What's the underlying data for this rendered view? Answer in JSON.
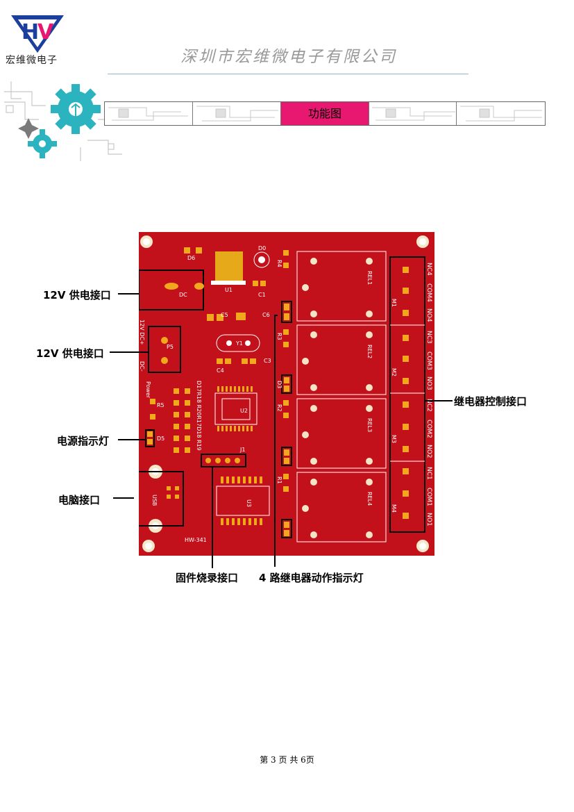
{
  "header": {
    "logo_text": "宏维微电子",
    "company": "深圳市宏维微电子有限公司"
  },
  "banner": {
    "title": "功能图"
  },
  "board": {
    "relays": [
      "REL1",
      "REL2",
      "REL3",
      "REL4"
    ],
    "terminal_labels": [
      "NC4",
      "COM4",
      "NO4",
      "NC3",
      "COM3",
      "NO3",
      "NC2",
      "COM2",
      "NO2",
      "NC1",
      "COM1",
      "NO1"
    ],
    "model": "HW-341",
    "silk": {
      "dc": "DC",
      "power_in": "12V DC+",
      "power_minus": "DC-",
      "power": "Power",
      "usb": "USB",
      "u1": "U1",
      "u2": "U2",
      "u3": "U3",
      "y1": "Y1",
      "j1": "J1",
      "p5": "P5",
      "r4": "R4",
      "r3": "R3",
      "r2": "R2",
      "r1": "R1",
      "r5": "R5",
      "d6": "D6",
      "d5": "D5",
      "d3": "D3",
      "d0": "D0",
      "c1": "C1",
      "c3": "C3",
      "c4": "C4",
      "c5": "C5",
      "c6": "C6",
      "m1": "M1",
      "m2": "M2",
      "m3": "M3",
      "m4": "M4",
      "resistor_row1": "D17R18 R20R17D18 R19"
    }
  },
  "labels": {
    "power_port_1": "12V 供电接口",
    "power_port_2": "12V 供电接口",
    "power_led": "电源指示灯",
    "pc_port": "电脑接口",
    "relay_port": "继电器控制接口",
    "firmware_port": "固件烧录接口",
    "relay_leds": "4 路继电器动作指示灯"
  },
  "footer": {
    "page": "第 3 页 共 6页"
  }
}
